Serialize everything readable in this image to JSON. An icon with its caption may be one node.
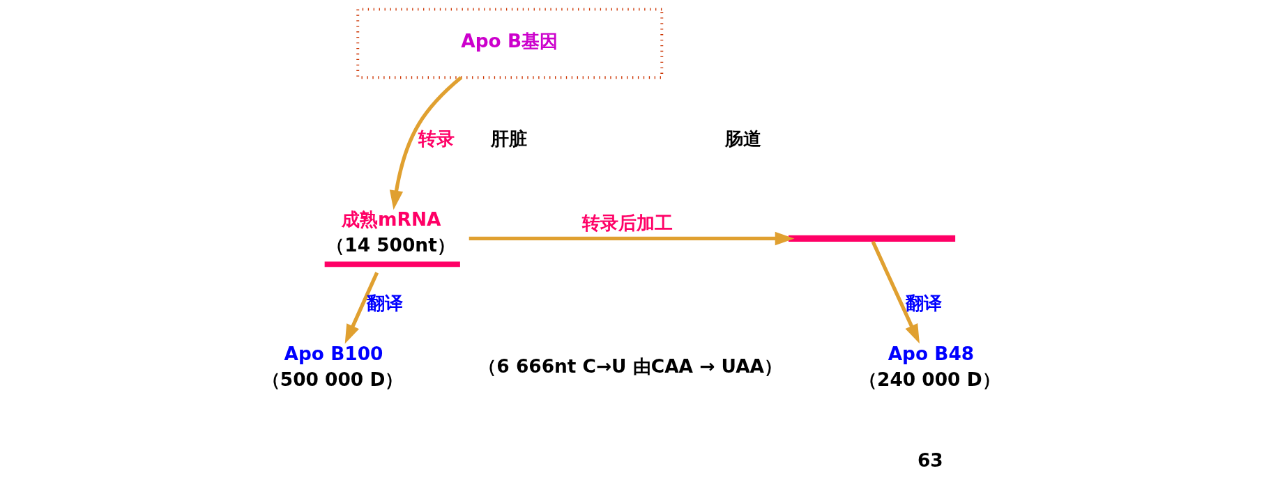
{
  "diagram": {
    "nodes": [
      {
        "text": [
          "Apo B基因"
        ]
      },
      {
        "text": [
          "成熟mRNA",
          "（14 500nt）"
        ]
      },
      {
        "text": [],
        "shape": "bar"
      },
      {
        "text": [
          "Apo B100",
          "（500 000 D）"
        ]
      },
      {
        "text": [
          "Apo B48",
          "（240 000 D）"
        ]
      }
    ],
    "edges": [
      {
        "from": 0,
        "to": 1,
        "arrow": "to",
        "label": "转录"
      },
      {
        "from": 1,
        "to": 2,
        "arrow": "to",
        "label": "转录后加工"
      },
      {
        "from": 1,
        "to": 3,
        "arrow": "to",
        "label": "翻译"
      },
      {
        "from": 2,
        "to": 4,
        "arrow": "to",
        "label": "翻译"
      }
    ],
    "labels": [
      "肝脏",
      "肠道",
      "（6 666nt C→U 由CAA → UAA）",
      "63"
    ]
  }
}
